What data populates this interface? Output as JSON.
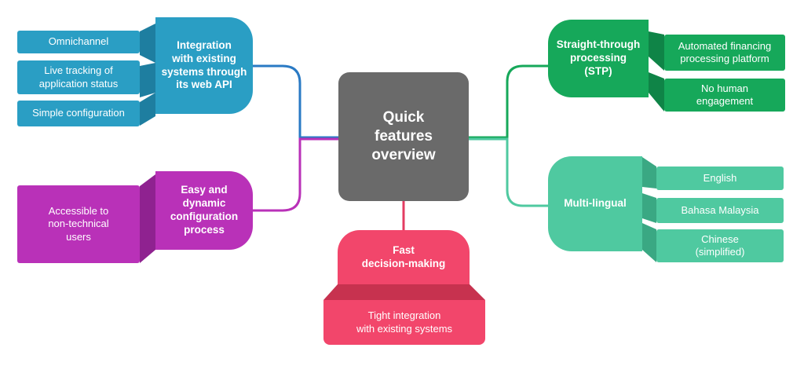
{
  "center": {
    "label": "Quick\nfeatures\noverview"
  },
  "branches": {
    "integration": {
      "label": "Integration\nwith existing\nsystems through\nits web API",
      "color": "#2a9ec4",
      "dark": "#1e7ea0",
      "items": [
        "Omnichannel",
        "Live tracking of\napplication status",
        "Simple configuration"
      ]
    },
    "configuration": {
      "label": "Easy and\ndynamic\nconfiguration\nprocess",
      "color": "#b931b8",
      "dark": "#8f2290",
      "items": [
        "Accessible to\nnon-technical\nusers"
      ]
    },
    "decision": {
      "label": "Fast\ndecision-making",
      "color": "#f2466b",
      "dark": "#c7324f",
      "items": [
        "Tight integration\nwith existing systems"
      ]
    },
    "stp": {
      "label": "Straight-through\nprocessing\n(STP)",
      "color": "#16a85a",
      "dark": "#0f8447",
      "items": [
        "Automated financing\nprocessing platform",
        "No human\nengagement"
      ]
    },
    "multilingual": {
      "label": "Multi-lingual",
      "color": "#4fc9a0",
      "dark": "#3aa883",
      "items": [
        "English",
        "Bahasa Malaysia",
        "Chinese\n(simplified)"
      ]
    }
  }
}
